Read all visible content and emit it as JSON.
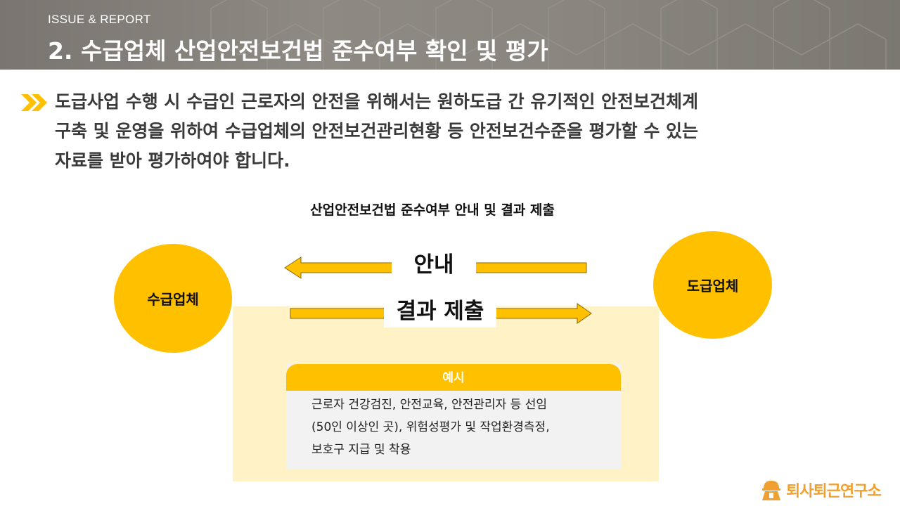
{
  "header": {
    "subtitle": "ISSUE & REPORT",
    "title": "2. 수급업체 산업안전보건법 준수여부 확인 및 평가"
  },
  "intro": {
    "lines": [
      "도급사업 수행 시 수급인 근로자의 안전을 위해서는 원하도급 간 유기적인 안전보건체계",
      "구축 및 운영을 위하여 수급업체의 안전보건관리현황 등 안전보건수준을 평가할 수 있는",
      "자료를 받아 평가하여야 합니다."
    ]
  },
  "diagram": {
    "title": "산업안전보건법 준수여부 안내 및 결과 제출",
    "left_party": "수급업체",
    "right_party": "도급업체",
    "arrow_guide_label": "안내",
    "arrow_submit_label": "결과 제출",
    "example": {
      "heading": "예시",
      "lines": [
        "근로자 건강검진, 안전교육, 안전관리자 등 선임",
        "(50인 이상인 곳), 위험성평가 및 작업환경측정,",
        "보호구 지급 및 착용"
      ]
    }
  },
  "logo": {
    "text": "퇴사퇴근연구소"
  },
  "colors": {
    "accent": "#ffc000",
    "header_bg": "#8a857f",
    "panel_bg": "#fff2c6",
    "example_bg": "#f2f2f2",
    "logo": "#f0a030"
  },
  "icons": {
    "bullet": "double-chevron-right-icon",
    "logo": "worker-helmet-icon"
  }
}
